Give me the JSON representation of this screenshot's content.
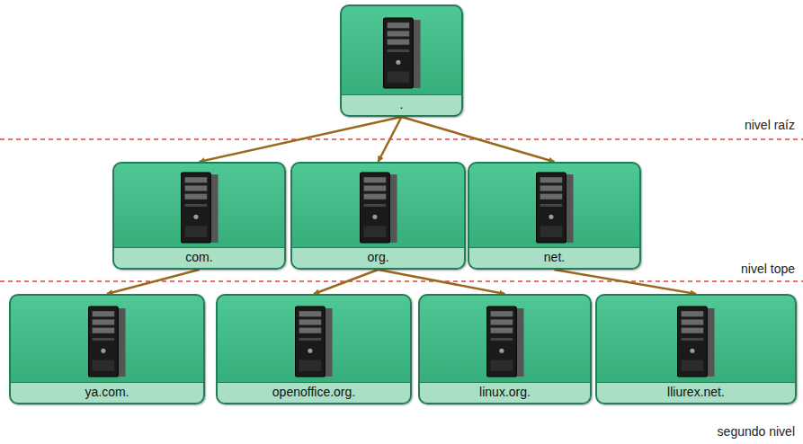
{
  "diagram": {
    "nodes": [
      {
        "text": [
          "."
        ]
      },
      {
        "text": [
          "com."
        ]
      },
      {
        "text": [
          "org."
        ]
      },
      {
        "text": [
          "net."
        ]
      },
      {
        "text": [
          "ya.com."
        ]
      },
      {
        "text": [
          "openoffice.org."
        ]
      },
      {
        "text": [
          "linux.org."
        ]
      },
      {
        "text": [
          "lliurex.net."
        ]
      }
    ],
    "edges": [
      {
        "from": 0,
        "to": 1,
        "arrow": "to"
      },
      {
        "from": 0,
        "to": 2,
        "arrow": "to"
      },
      {
        "from": 0,
        "to": 3,
        "arrow": "to"
      },
      {
        "from": 1,
        "to": 4,
        "arrow": "to"
      },
      {
        "from": 2,
        "to": 5,
        "arrow": "to"
      },
      {
        "from": 2,
        "to": 6,
        "arrow": "to"
      },
      {
        "from": 3,
        "to": 7,
        "arrow": "to"
      }
    ],
    "labels": [
      "nivel raíz",
      "nivel tope",
      "segundo nivel"
    ]
  }
}
